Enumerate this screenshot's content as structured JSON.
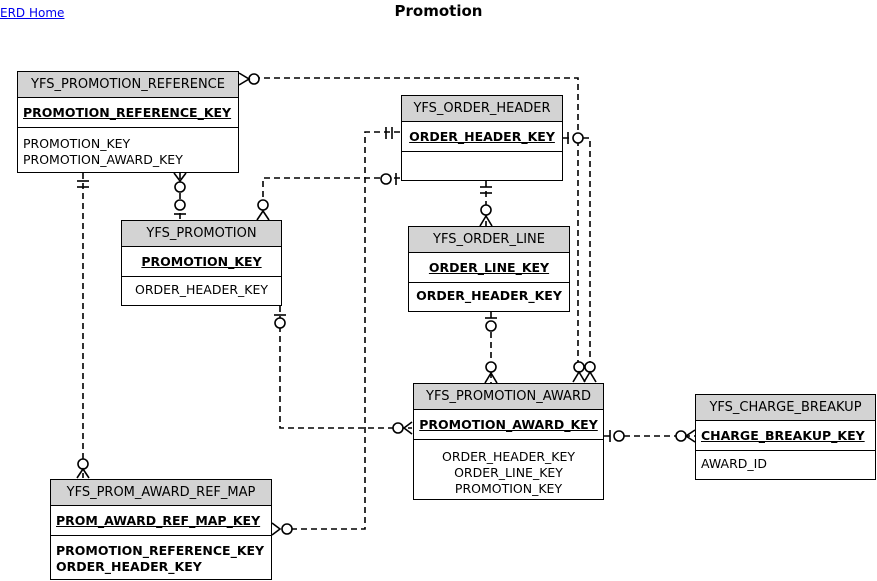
{
  "header": {
    "home_link": "ERD Home",
    "title": "Promotion"
  },
  "entities": {
    "promotion_reference": {
      "name": "YFS_PROMOTION_REFERENCE",
      "pk": "PROMOTION_REFERENCE_KEY",
      "attrs": [
        "PROMOTION_KEY",
        "PROMOTION_AWARD_KEY"
      ]
    },
    "order_header": {
      "name": "YFS_ORDER_HEADER",
      "pk": "ORDER_HEADER_KEY",
      "attrs": []
    },
    "promotion": {
      "name": "YFS_PROMOTION",
      "pk": "PROMOTION_KEY",
      "attrs": [
        "ORDER_HEADER_KEY"
      ]
    },
    "order_line": {
      "name": "YFS_ORDER_LINE",
      "pk": "ORDER_LINE_KEY",
      "attrs": [
        "ORDER_HEADER_KEY"
      ]
    },
    "promotion_award": {
      "name": "YFS_PROMOTION_AWARD",
      "pk": "PROMOTION_AWARD_KEY",
      "attrs": [
        "ORDER_HEADER_KEY",
        "ORDER_LINE_KEY",
        "PROMOTION_KEY"
      ]
    },
    "charge_breakup": {
      "name": "YFS_CHARGE_BREAKUP",
      "pk": "CHARGE_BREAKUP_KEY",
      "attrs": [
        "AWARD_ID"
      ]
    },
    "prom_award_ref_map": {
      "name": "YFS_PROM_AWARD_REF_MAP",
      "pk": "PROM_AWARD_REF_MAP_KEY",
      "attrs": [
        "PROMOTION_REFERENCE_KEY",
        "ORDER_HEADER_KEY"
      ]
    }
  }
}
